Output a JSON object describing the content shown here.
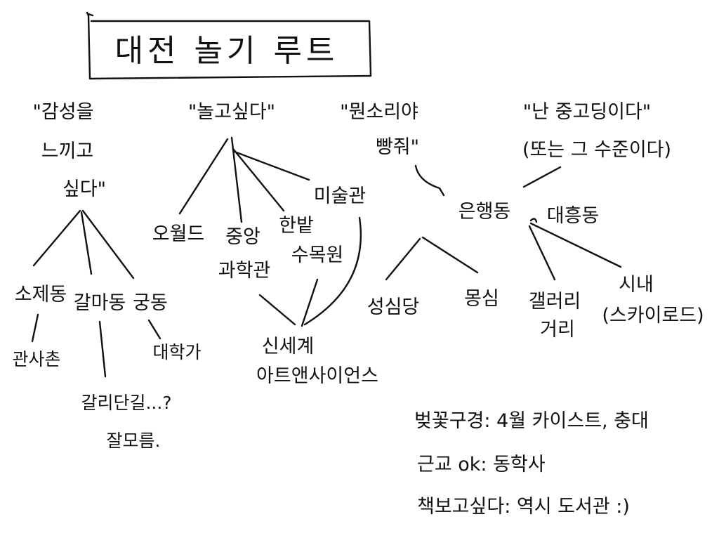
{
  "title": "대전 놀기 루트",
  "categories": {
    "emotion": {
      "line1": "\"감성을",
      "line2": "느끼고",
      "line3": "싶다\""
    },
    "play": {
      "line1": "\"놀고싶다\""
    },
    "bread": {
      "line1": "\"뭔소리야",
      "line2": "빵줘\""
    },
    "student": {
      "line1": "\"난 중고딩이다\"",
      "line2": "(또는 그 수준이다)"
    }
  },
  "places": {
    "sojedong": "소제동",
    "gwansachon": "관사촌",
    "galmadong": "갈마동",
    "galmadong_note1": "갈리단길...?",
    "galmadong_note2": "잘모름.",
    "gungdong": "궁동",
    "daehakga": "대학가",
    "oworld": "오월드",
    "science1": "중앙",
    "science2": "과학관",
    "hanbat1": "한밭",
    "hanbat2": "수목원",
    "museum": "미술관",
    "shinsegae1": "신세계",
    "shinsegae2": "아트앤사이언스",
    "eunhaengdong": "은행동",
    "daeheungdong": "대흥동",
    "sungsimdang": "성심당",
    "mongsim": "몽심",
    "gallery1": "갤러리",
    "gallery2": "거리",
    "sinae1": "시내",
    "sinae2": "(스카이로드)"
  },
  "notes": {
    "blossom": "벚꽃구경: 4월 카이스트, 충대",
    "suburb": "근교 ok: 동학사",
    "books": "책보고싶다: 역시 도서관 :)"
  }
}
